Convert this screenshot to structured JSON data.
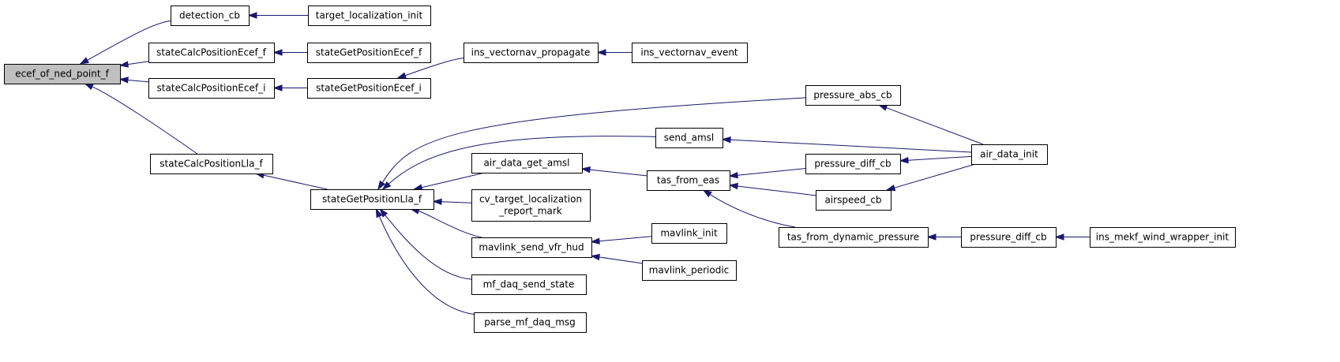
{
  "colors": {
    "edge": "#191970",
    "root_fill": "#bfbfbf",
    "node_fill": "#ffffff",
    "node_border": "#000000"
  },
  "nodes": [
    {
      "id": "ecef_of_ned_point_f",
      "lines": [
        "ecef_of_ned_point_f"
      ],
      "root": true
    },
    {
      "id": "detection_cb",
      "lines": [
        "detection_cb"
      ]
    },
    {
      "id": "target_localization_init",
      "lines": [
        "target_localization_init"
      ]
    },
    {
      "id": "stateCalcPositionEcef_f",
      "lines": [
        "stateCalcPositionEcef_f"
      ]
    },
    {
      "id": "stateGetPositionEcef_f",
      "lines": [
        "stateGetPositionEcef_f"
      ]
    },
    {
      "id": "stateCalcPositionEcef_i",
      "lines": [
        "stateCalcPositionEcef_i"
      ]
    },
    {
      "id": "stateGetPositionEcef_i",
      "lines": [
        "stateGetPositionEcef_i"
      ]
    },
    {
      "id": "ins_vectornav_propagate",
      "lines": [
        "ins_vectornav_propagate"
      ]
    },
    {
      "id": "ins_vectornav_event",
      "lines": [
        "ins_vectornav_event"
      ]
    },
    {
      "id": "stateCalcPositionLla_f",
      "lines": [
        "stateCalcPositionLla_f"
      ]
    },
    {
      "id": "stateGetPositionLla_f",
      "lines": [
        "stateGetPositionLla_f"
      ]
    },
    {
      "id": "pressure_abs_cb",
      "lines": [
        "pressure_abs_cb"
      ]
    },
    {
      "id": "send_amsl",
      "lines": [
        "send_amsl"
      ]
    },
    {
      "id": "air_data_init",
      "lines": [
        "air_data_init"
      ]
    },
    {
      "id": "air_data_get_amsl",
      "lines": [
        "air_data_get_amsl"
      ]
    },
    {
      "id": "tas_from_eas",
      "lines": [
        "tas_from_eas"
      ]
    },
    {
      "id": "pressure_diff_cb_1",
      "lines": [
        "pressure_diff_cb"
      ]
    },
    {
      "id": "airspeed_cb",
      "lines": [
        "airspeed_cb"
      ]
    },
    {
      "id": "cv_target_localization_report_mark",
      "lines": [
        "cv_target_localization",
        "_report_mark"
      ]
    },
    {
      "id": "tas_from_dynamic_pressure",
      "lines": [
        "tas_from_dynamic_pressure"
      ]
    },
    {
      "id": "pressure_diff_cb_2",
      "lines": [
        "pressure_diff_cb"
      ]
    },
    {
      "id": "ins_mekf_wind_wrapper_init",
      "lines": [
        "ins_mekf_wind_wrapper_init"
      ]
    },
    {
      "id": "mavlink_send_vfr_hud",
      "lines": [
        "mavlink_send_vfr_hud"
      ]
    },
    {
      "id": "mavlink_init",
      "lines": [
        "mavlink_init"
      ]
    },
    {
      "id": "mavlink_periodic",
      "lines": [
        "mavlink_periodic"
      ]
    },
    {
      "id": "mf_daq_send_state",
      "lines": [
        "mf_daq_send_state"
      ]
    },
    {
      "id": "parse_mf_daq_msg",
      "lines": [
        "parse_mf_daq_msg"
      ]
    }
  ],
  "edges": [
    {
      "from": "ecef_of_ned_point_f",
      "to": "detection_cb"
    },
    {
      "from": "detection_cb",
      "to": "target_localization_init"
    },
    {
      "from": "ecef_of_ned_point_f",
      "to": "stateCalcPositionEcef_f"
    },
    {
      "from": "stateCalcPositionEcef_f",
      "to": "stateGetPositionEcef_f"
    },
    {
      "from": "ecef_of_ned_point_f",
      "to": "stateCalcPositionEcef_i"
    },
    {
      "from": "stateCalcPositionEcef_i",
      "to": "stateGetPositionEcef_i"
    },
    {
      "from": "stateGetPositionEcef_i",
      "to": "ins_vectornav_propagate"
    },
    {
      "from": "ins_vectornav_propagate",
      "to": "ins_vectornav_event"
    },
    {
      "from": "ecef_of_ned_point_f",
      "to": "stateCalcPositionLla_f"
    },
    {
      "from": "stateCalcPositionLla_f",
      "to": "stateGetPositionLla_f"
    },
    {
      "from": "stateGetPositionLla_f",
      "to": "pressure_abs_cb"
    },
    {
      "from": "stateGetPositionLla_f",
      "to": "send_amsl"
    },
    {
      "from": "stateGetPositionLla_f",
      "to": "air_data_get_amsl"
    },
    {
      "from": "stateGetPositionLla_f",
      "to": "cv_target_localization_report_mark"
    },
    {
      "from": "stateGetPositionLla_f",
      "to": "mavlink_send_vfr_hud"
    },
    {
      "from": "stateGetPositionLla_f",
      "to": "mf_daq_send_state"
    },
    {
      "from": "stateGetPositionLla_f",
      "to": "parse_mf_daq_msg"
    },
    {
      "from": "pressure_abs_cb",
      "to": "air_data_init"
    },
    {
      "from": "send_amsl",
      "to": "air_data_init"
    },
    {
      "from": "air_data_get_amsl",
      "to": "tas_from_eas"
    },
    {
      "from": "tas_from_eas",
      "to": "pressure_diff_cb_1"
    },
    {
      "from": "tas_from_eas",
      "to": "airspeed_cb"
    },
    {
      "from": "tas_from_eas",
      "to": "tas_from_dynamic_pressure"
    },
    {
      "from": "pressure_diff_cb_1",
      "to": "air_data_init"
    },
    {
      "from": "airspeed_cb",
      "to": "air_data_init"
    },
    {
      "from": "tas_from_dynamic_pressure",
      "to": "pressure_diff_cb_2"
    },
    {
      "from": "pressure_diff_cb_2",
      "to": "ins_mekf_wind_wrapper_init"
    },
    {
      "from": "mavlink_send_vfr_hud",
      "to": "mavlink_init"
    },
    {
      "from": "mavlink_send_vfr_hud",
      "to": "mavlink_periodic"
    }
  ]
}
